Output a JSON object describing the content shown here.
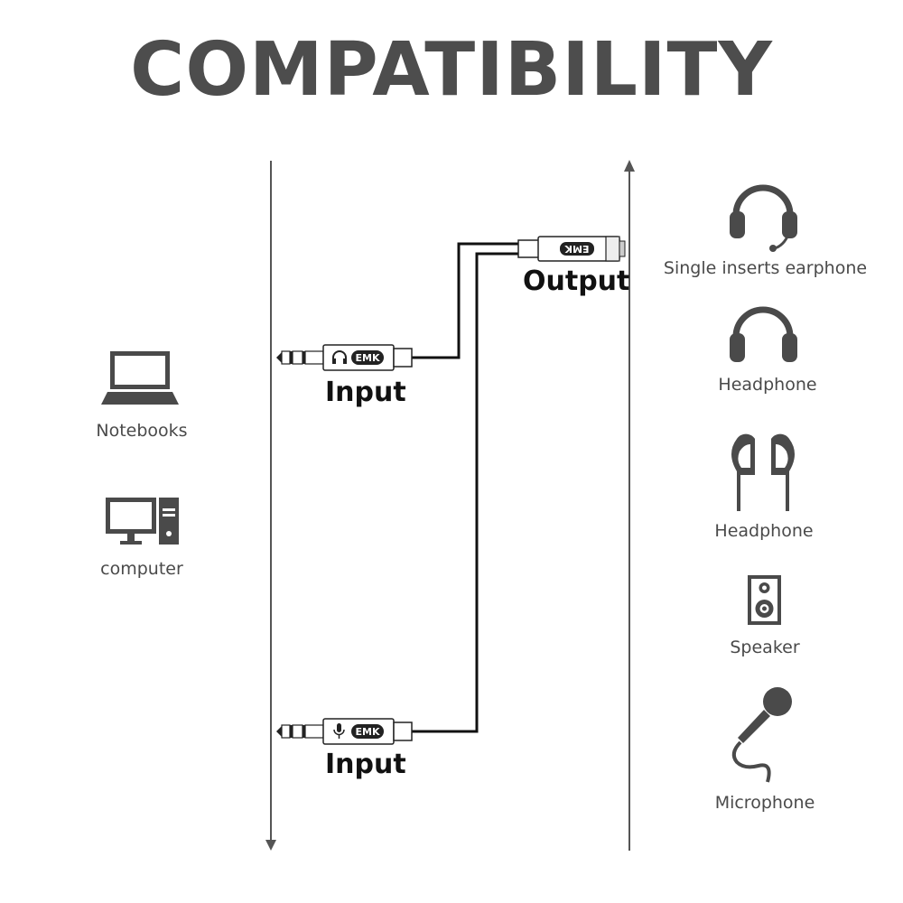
{
  "title": "COMPATIBILITY",
  "left_devices": [
    {
      "icon": "laptop-icon",
      "label": "Notebooks"
    },
    {
      "icon": "desktop-computer-icon",
      "label": "computer"
    }
  ],
  "right_devices": [
    {
      "icon": "headset-with-mic-icon",
      "label": "Single inserts earphone"
    },
    {
      "icon": "headphone-icon",
      "label": "Headphone"
    },
    {
      "icon": "earbuds-icon",
      "label": "Headphone"
    },
    {
      "icon": "speaker-icon",
      "label": "Speaker"
    },
    {
      "icon": "microphone-icon",
      "label": "Microphone"
    }
  ],
  "adapter": {
    "output_label": "Output",
    "input_top_label": "Input",
    "input_bottom_label": "Input",
    "brand": "EMK"
  },
  "colors": {
    "title": "#4d4d4d",
    "icon": "#4a4a4a",
    "cable": "#111111",
    "text": "#4a4a4a"
  }
}
